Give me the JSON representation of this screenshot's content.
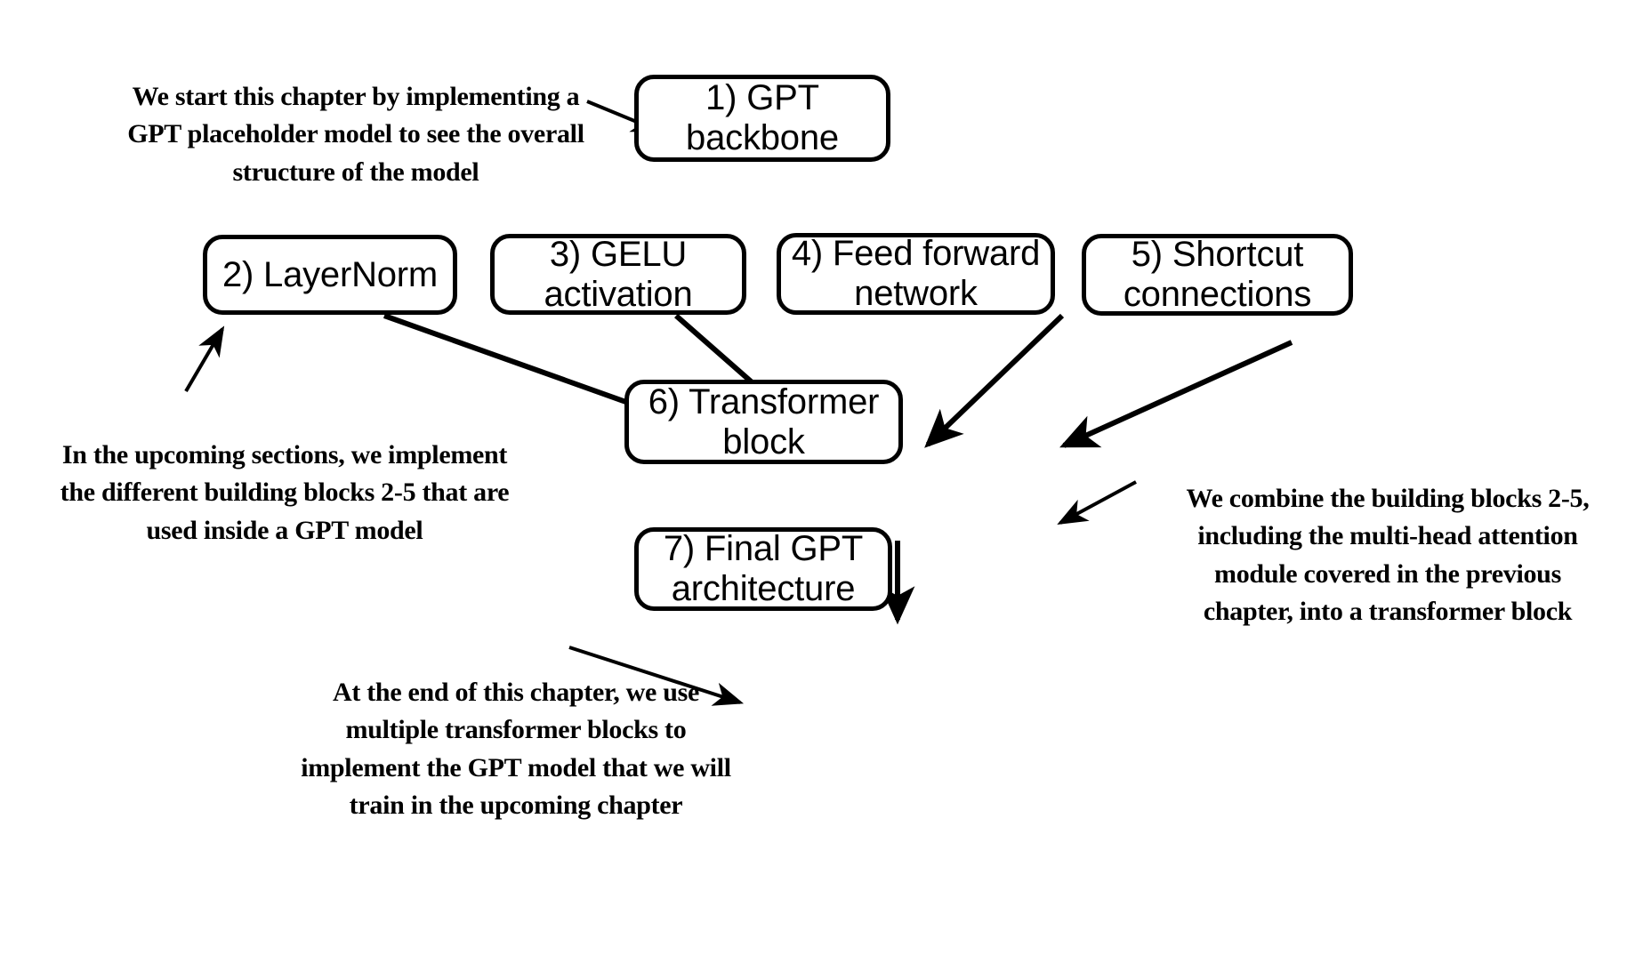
{
  "diagram": {
    "title": "GPT model chapter overview flowchart",
    "background_color": "#ffffff",
    "stroke_color": "#000000",
    "nodes": [
      {
        "id": "gpt-backbone",
        "label": "1) GPT\nbackbone"
      },
      {
        "id": "layernorm",
        "label": "2) LayerNorm"
      },
      {
        "id": "gelu-activation",
        "label": "3) GELU\nactivation"
      },
      {
        "id": "feed-forward",
        "label": "4) Feed forward\nnetwork"
      },
      {
        "id": "shortcut",
        "label": "5) Shortcut\nconnections"
      },
      {
        "id": "transformer-block",
        "label": "6) Transformer\nblock"
      },
      {
        "id": "final-gpt",
        "label": "7) Final GPT\narchitecture"
      }
    ],
    "annotations": [
      {
        "id": "intro-note",
        "text": "We start this chapter by implementing a\nGPT placeholder model to see the overall\nstructure of the model"
      },
      {
        "id": "building-blocks-note",
        "text": "In the upcoming sections, we implement\nthe different building blocks 2-5 that are\nused inside a GPT model"
      },
      {
        "id": "combine-blocks-note",
        "text": "We combine the building blocks 2-5,\nincluding the multi-head attention\nmodule covered in the previous\nchapter, into a transformer block"
      },
      {
        "id": "end-of-chapter-note",
        "text": "At the end of this chapter, we use\nmultiple transformer blocks to\nimplement the GPT model that we will\ntrain in the upcoming chapter"
      }
    ],
    "edges": [
      {
        "id": "layernorm-to-transformer",
        "from": "layernorm",
        "to": "transformer-block"
      },
      {
        "id": "gelu-to-transformer",
        "from": "gelu-activation",
        "to": "transformer-block"
      },
      {
        "id": "feedforward-to-transformer",
        "from": "feed-forward",
        "to": "transformer-block"
      },
      {
        "id": "shortcut-to-transformer",
        "from": "shortcut",
        "to": "transformer-block"
      },
      {
        "id": "transformer-to-final",
        "from": "transformer-block",
        "to": "final-gpt"
      },
      {
        "id": "intro-note-to-backbone",
        "from": "intro-note",
        "to": "gpt-backbone"
      },
      {
        "id": "blocks-note-to-layernorm",
        "from": "building-blocks-note",
        "to": "layernorm"
      },
      {
        "id": "combine-note-to-transformer",
        "from": "combine-blocks-note",
        "to": "transformer-block"
      },
      {
        "id": "end-note-to-final",
        "from": "end-of-chapter-note",
        "to": "final-gpt"
      }
    ]
  }
}
